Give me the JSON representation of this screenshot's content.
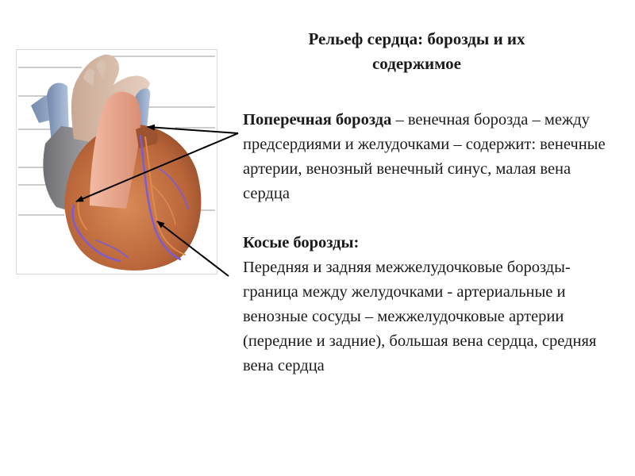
{
  "title": "Рельеф сердца: борозды и их содержимое",
  "transverse": {
    "term": "Поперечная борозда",
    "text": " – венечная борозда – между предсердиями и желудочками – содержит: венечные артерии, венозный венечный синус, малая вена сердца"
  },
  "oblique": {
    "term": "Косые борозды:",
    "text": "Передняя и задняя межжелудочковые борозды- граница между желудочками - артериальные и венозные сосуды – межжелудочковые артерии (передние и задние),  большая вена сердца, средняя вена сердца"
  },
  "colors": {
    "ventricle": "#c2703f",
    "atrium_right": "#8a8a8e",
    "aorta": "#dcb9a5",
    "pulmonary_trunk": "#e8a98f",
    "vena_cava": "#8fa3c2",
    "vessel_vein": "#7b5bd6",
    "vessel_artery": "#e08a4f",
    "arrow": "#000000"
  }
}
